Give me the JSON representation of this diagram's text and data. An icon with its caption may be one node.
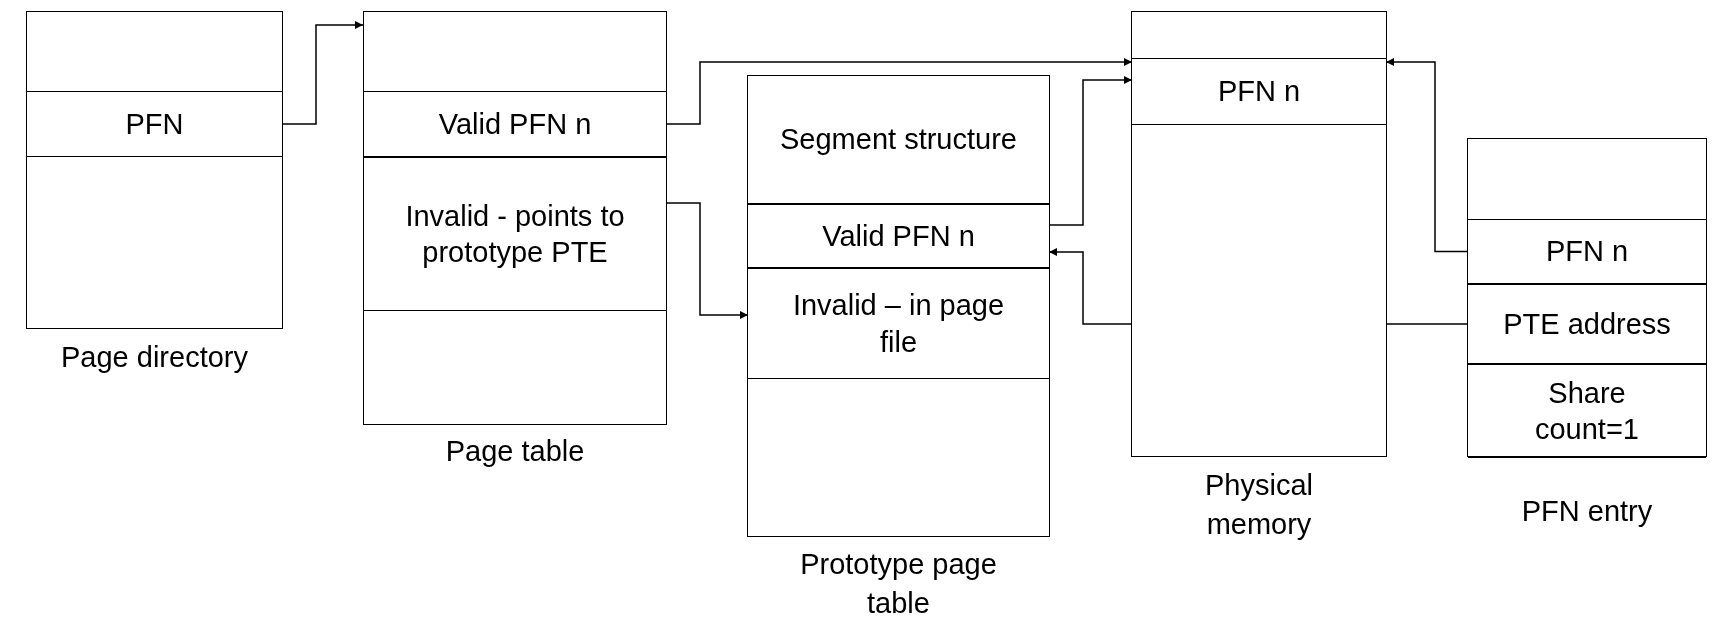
{
  "diagram": {
    "nodes": [
      {
        "text": [
          "Page directory"
        ]
      },
      {
        "text": [
          "PFN"
        ],
        "in": 0
      },
      {
        "text": [
          "Page table"
        ]
      },
      {
        "text": [
          "Valid PFN n"
        ],
        "in": 2
      },
      {
        "text": [
          "Invalid - points to prototype PTE"
        ],
        "in": 2
      },
      {
        "text": [
          "Prototype page table"
        ]
      },
      {
        "text": [
          "Segment structure"
        ],
        "in": 5
      },
      {
        "text": [
          "Valid PFN n"
        ],
        "in": 5
      },
      {
        "text": [
          "Invalid – in page file"
        ],
        "in": 5
      },
      {
        "text": [
          "Physical memory"
        ]
      },
      {
        "text": [
          "PFN n"
        ],
        "in": 9
      },
      {
        "text": [
          "PFN entry"
        ]
      },
      {
        "text": [
          "PFN n"
        ],
        "in": 11
      },
      {
        "text": [
          "PTE address"
        ],
        "in": 11
      },
      {
        "text": [
          "Share count=1"
        ],
        "in": 11
      }
    ],
    "edges": [
      {
        "from": 1,
        "to": 2,
        "arrow": "to"
      },
      {
        "from": 3,
        "to": 10,
        "arrow": "to"
      },
      {
        "from": 4,
        "to": 8,
        "arrow": "to"
      },
      {
        "from": 7,
        "to": 10,
        "arrow": "to"
      },
      {
        "from": 12,
        "to": 10,
        "arrow": "to"
      },
      {
        "from": 13,
        "to": 7,
        "arrow": "to"
      }
    ]
  }
}
